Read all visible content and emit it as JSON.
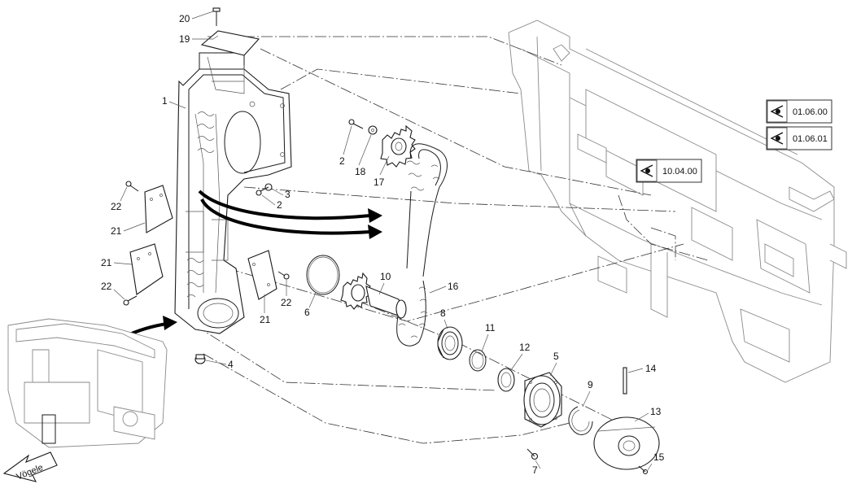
{
  "callouts": [
    {
      "id": "c20",
      "text": "20"
    },
    {
      "id": "c19",
      "text": "19"
    },
    {
      "id": "c1",
      "text": "1"
    },
    {
      "id": "c2a",
      "text": "2"
    },
    {
      "id": "c18",
      "text": "18"
    },
    {
      "id": "c17",
      "text": "17"
    },
    {
      "id": "c3",
      "text": "3"
    },
    {
      "id": "c2b",
      "text": "2"
    },
    {
      "id": "c22a",
      "text": "22"
    },
    {
      "id": "c21a",
      "text": "21"
    },
    {
      "id": "c21b",
      "text": "21"
    },
    {
      "id": "c22b",
      "text": "22"
    },
    {
      "id": "c22c",
      "text": "22"
    },
    {
      "id": "c21c",
      "text": "21"
    },
    {
      "id": "c6",
      "text": "6"
    },
    {
      "id": "c10",
      "text": "10"
    },
    {
      "id": "c16",
      "text": "16"
    },
    {
      "id": "c8",
      "text": "8"
    },
    {
      "id": "c11",
      "text": "11"
    },
    {
      "id": "c12",
      "text": "12"
    },
    {
      "id": "c5",
      "text": "5"
    },
    {
      "id": "c4",
      "text": "4"
    },
    {
      "id": "c9",
      "text": "9"
    },
    {
      "id": "c14",
      "text": "14"
    },
    {
      "id": "c13",
      "text": "13"
    },
    {
      "id": "c7",
      "text": "7"
    },
    {
      "id": "c15",
      "text": "15"
    }
  ],
  "reference_boxes": [
    {
      "id": "ref1",
      "text": "01.06.00",
      "icon": "eye-view-icon"
    },
    {
      "id": "ref2",
      "text": "01.06.01",
      "icon": "eye-view-icon"
    },
    {
      "id": "ref3",
      "text": "10.04.00",
      "icon": "eye-view-icon"
    }
  ],
  "direction_sign": {
    "text": "Vögele",
    "icon": "arrow-sign-icon"
  },
  "colors": {
    "line": "#1a1a1a",
    "grey": "#8a8a8a",
    "background": "#ffffff"
  }
}
